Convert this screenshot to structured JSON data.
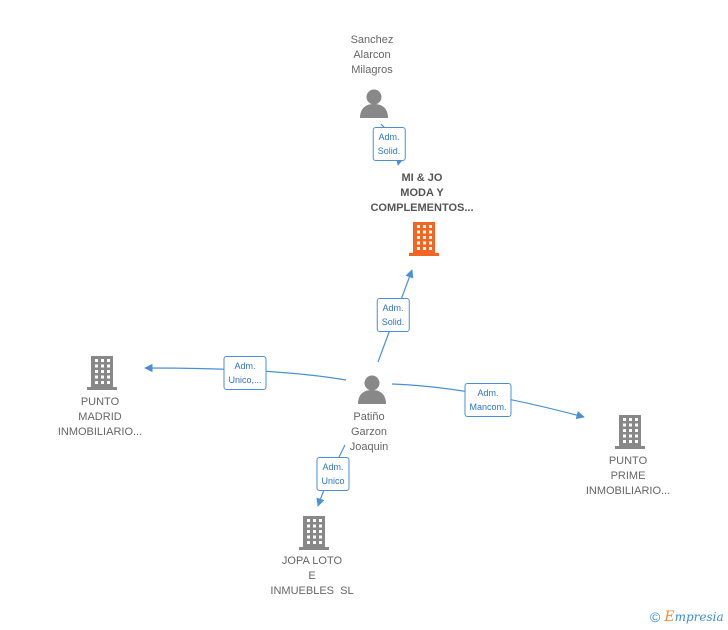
{
  "nodes": {
    "sanchez": {
      "lines": [
        "Sanchez",
        "Alarcon",
        "Milagros"
      ]
    },
    "mijo": {
      "lines": [
        "MI & JO",
        "MODA Y",
        "COMPLEMENTOS..."
      ]
    },
    "patino": {
      "lines": [
        "Patiño",
        "Garzon",
        "Joaquin"
      ]
    },
    "punto_madrid": {
      "lines": [
        "PUNTO",
        "MADRID",
        "INMOBILIARIO..."
      ]
    },
    "punto_prime": {
      "lines": [
        "PUNTO",
        "PRIME",
        "INMOBILIARIO..."
      ]
    },
    "jopa": {
      "lines": [
        "JOPA LOTO",
        "E",
        "INMUEBLES  SL"
      ]
    }
  },
  "edges": {
    "sanchez_mijo": [
      "Adm.",
      "Solid."
    ],
    "patino_mijo": [
      "Adm.",
      "Solid."
    ],
    "patino_madrid": [
      "Adm.",
      "Unico,..."
    ],
    "patino_prime": [
      "Adm.",
      "Mancom."
    ],
    "patino_jopa": [
      "Adm.",
      "Unico"
    ]
  },
  "colors": {
    "person": "#888888",
    "company": "#888888",
    "main_company": "#f26522",
    "edge": "#4a90d9"
  },
  "footer": {
    "symbol": "©",
    "brand_first": "E",
    "brand_rest": "mpresia"
  }
}
